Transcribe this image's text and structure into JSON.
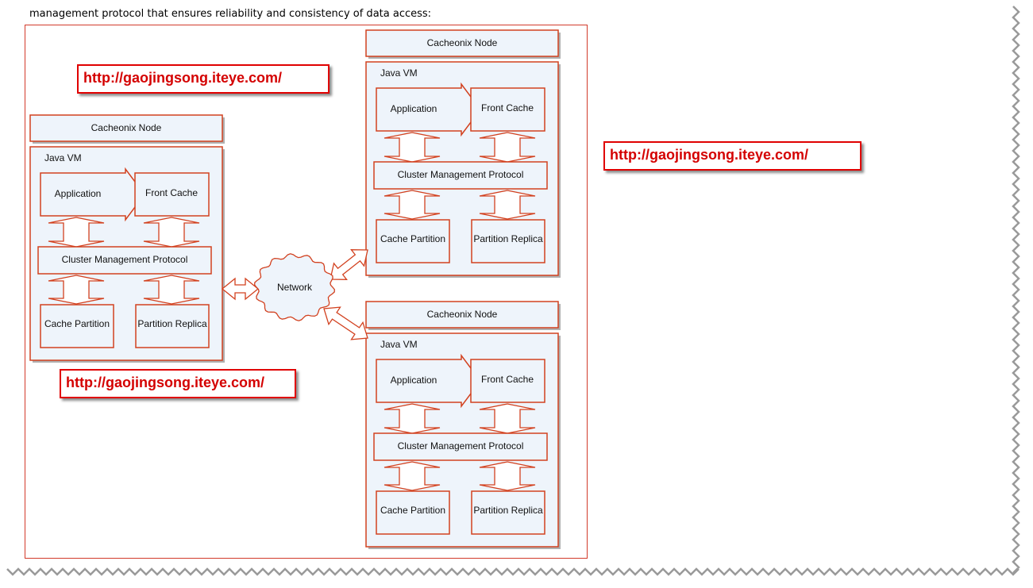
{
  "intro_text": "management protocol that ensures reliability and consistency of data access:",
  "diagram": {
    "node_title": "Cacheonix Node",
    "jvm_label": "Java VM",
    "application": "Application",
    "front_cache": "Front Cache",
    "cluster_protocol": "Cluster Management Protocol",
    "cache_partition": "Cache Partition",
    "partition_replica": "Partition Replica",
    "network": "Network"
  },
  "watermarks": [
    "http://gaojingsong.iteye.com/",
    "http://gaojingsong.iteye.com/",
    "http://gaojingsong.iteye.com/"
  ],
  "colors": {
    "stroke": "#d2411f",
    "box_fill": "#eef4fb",
    "watermark": "#e00000"
  }
}
